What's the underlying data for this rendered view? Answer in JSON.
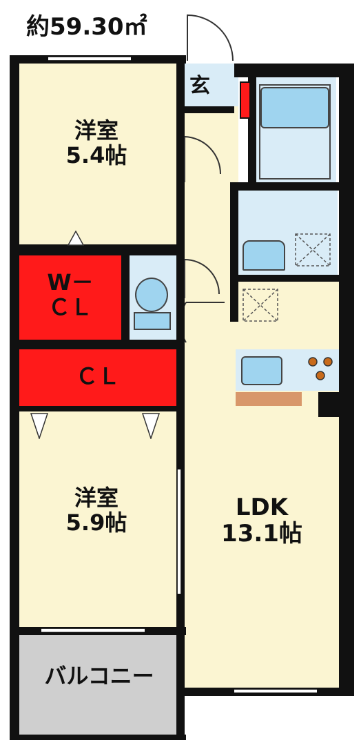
{
  "area": "約59.30㎡",
  "rooms": {
    "western_room_1": {
      "name": "洋室",
      "size": "5.4帖"
    },
    "walk_in_closet": {
      "line1": "W－",
      "line2": "ＣＬ"
    },
    "closet": {
      "name": "ＣＬ"
    },
    "western_room_2": {
      "name": "洋室",
      "size": "5.9帖"
    },
    "entrance": {
      "name": "玄"
    },
    "ldk": {
      "name": "LDK",
      "size": "13.1帖"
    },
    "balcony": {
      "name": "バルコニー"
    }
  },
  "colors": {
    "room_fill": "#fbf5d2",
    "closet_fill": "#ff1a1a",
    "wet_area_fill": "#d9ecf7",
    "balcony_fill": "#cfcfcf",
    "fixture_fill": "#9fd4ef",
    "wall": "#111111",
    "counter_fill": "#d8976a"
  }
}
